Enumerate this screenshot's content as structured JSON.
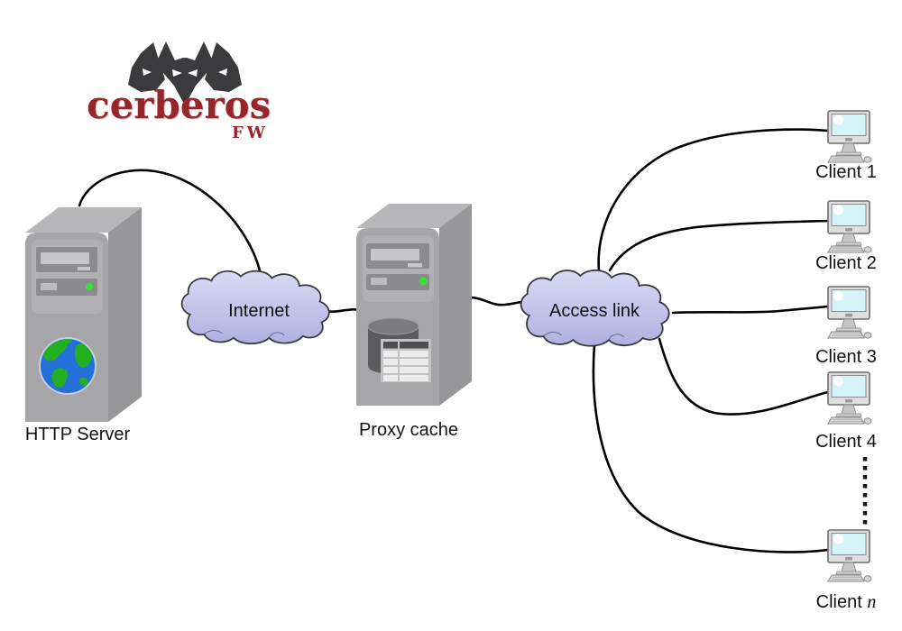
{
  "logo": {
    "brand": "cerberos",
    "subtitle": "FW",
    "icon": "three-headed-dog-icon",
    "color": "#96262b"
  },
  "nodes": {
    "http_server": {
      "label": "HTTP Server",
      "icon": "server-tower-globe-icon"
    },
    "internet_cloud": {
      "label": "Internet",
      "icon": "cloud-icon"
    },
    "proxy_cache": {
      "label": "Proxy cache",
      "icon": "server-tower-database-icon"
    },
    "access_link_cloud": {
      "label": "Access link",
      "icon": "cloud-icon"
    }
  },
  "clients": [
    {
      "prefix": "Client",
      "number": "1",
      "icon": "desktop-computer-icon"
    },
    {
      "prefix": "Client",
      "number": "2",
      "icon": "desktop-computer-icon"
    },
    {
      "prefix": "Client",
      "number": "3",
      "icon": "desktop-computer-icon"
    },
    {
      "prefix": "Client",
      "number": "4",
      "icon": "desktop-computer-icon"
    },
    {
      "prefix": "Client",
      "number": "n",
      "italic": true,
      "icon": "desktop-computer-icon"
    }
  ],
  "connections": [
    {
      "from": "http_server",
      "to": "internet_cloud"
    },
    {
      "from": "internet_cloud",
      "to": "proxy_cache"
    },
    {
      "from": "proxy_cache",
      "to": "access_link_cloud"
    },
    {
      "from": "access_link_cloud",
      "to": "client_1"
    },
    {
      "from": "access_link_cloud",
      "to": "client_2"
    },
    {
      "from": "access_link_cloud",
      "to": "client_3"
    },
    {
      "from": "access_link_cloud",
      "to": "client_4"
    },
    {
      "from": "access_link_cloud",
      "to": "client_n"
    }
  ],
  "ellipsis": {
    "between": [
      "client_4",
      "client_n"
    ],
    "style": "vertical-dotted-line"
  },
  "colors": {
    "line": "#000000",
    "cloud_top": "#d7d7f5",
    "cloud_bottom": "#b2b2e2",
    "cloud_outline": "#38383a",
    "brand_red": "#96262b",
    "led_green": "#3ddd3d",
    "globe_blue": "#2270d8",
    "globe_green": "#22b022",
    "screen_cyan": "#d4f4fa"
  }
}
